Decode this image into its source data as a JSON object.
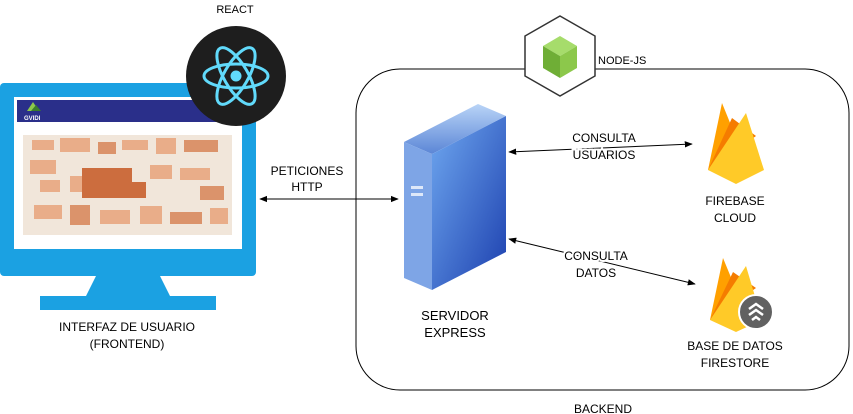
{
  "labels": {
    "react": "REACT",
    "node": "NODE-JS",
    "frontend_line1": "INTERFAZ DE USUARIO",
    "frontend_line2": "(FRONTEND)",
    "http_line1": "PETICIONES",
    "http_line2": "HTTP",
    "server_line1": "SERVIDOR",
    "server_line2": "EXPRESS",
    "users_line1": "CONSULTA",
    "users_line2": "USUARIOS",
    "data_line1": "CONSULTA",
    "data_line2": "DATOS",
    "cloud_line1": "FIREBASE",
    "cloud_line2": "CLOUD",
    "store_line1": "BASE DE DATOS",
    "store_line2": "FIRESTORE",
    "backend": "BACKEND",
    "screen_logo": "GVIDI"
  },
  "colors": {
    "monitor_blue": "#1ba1e2",
    "react_bg": "#1e1e1e",
    "react_atom": "#61dafb",
    "node_green": "#8cc84b",
    "firebase_yellow": "#ffca28",
    "firebase_orange": "#ffa000",
    "firebase_red": "#f57c00",
    "server_blue": "#3d7bd6"
  },
  "icons": {
    "react": "react-logo-icon",
    "node": "nodejs-cube-icon",
    "server": "server-tower-icon",
    "monitor": "monitor-icon",
    "firebase": "firebase-flame-icon"
  }
}
